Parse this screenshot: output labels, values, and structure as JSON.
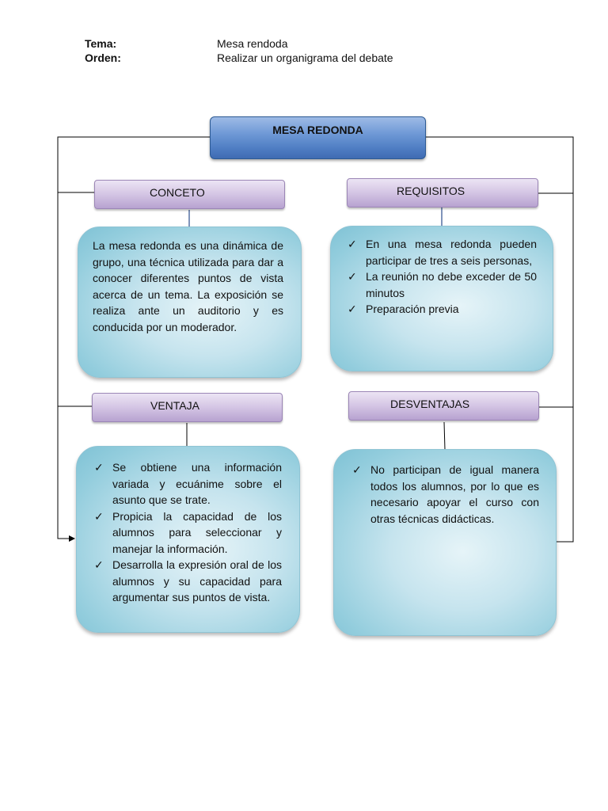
{
  "header": {
    "tema_label": "Tema:",
    "tema_value": "Mesa rendoda",
    "orden_label": "Orden:",
    "orden_value": "Realizar un organigrama del debate"
  },
  "diagram": {
    "title": "MESA REDONDA",
    "check_glyph": "✓",
    "concepto": {
      "heading": "CONCETO",
      "text": "La mesa redonda es una dinámica de grupo, una técnica utilizada para dar a conocer diferentes puntos de vista acerca de un tema. La exposición se realiza ante un auditorio y es conducida por un moderador."
    },
    "requisitos": {
      "heading": "REQUISITOS",
      "items": [
        "En una mesa redonda pueden participar de tres a seis personas,",
        "La reunión no debe exceder de 50 minutos",
        "Preparación previa"
      ]
    },
    "ventaja": {
      "heading": "VENTAJA",
      "items": [
        "Se obtiene una información variada y ecuánime sobre el asunto que se trate.",
        "Propicia la capacidad de los alumnos para seleccionar y manejar la información.",
        "Desarrolla la expresión oral de los alumnos y su capacidad para argumentar sus puntos de vista."
      ]
    },
    "desventajas": {
      "heading": "DESVENTAJAS",
      "items": [
        "No participan de igual manera todos los alumnos, por lo que es necesario apoyar el curso con otras técnicas didácticas."
      ]
    }
  }
}
